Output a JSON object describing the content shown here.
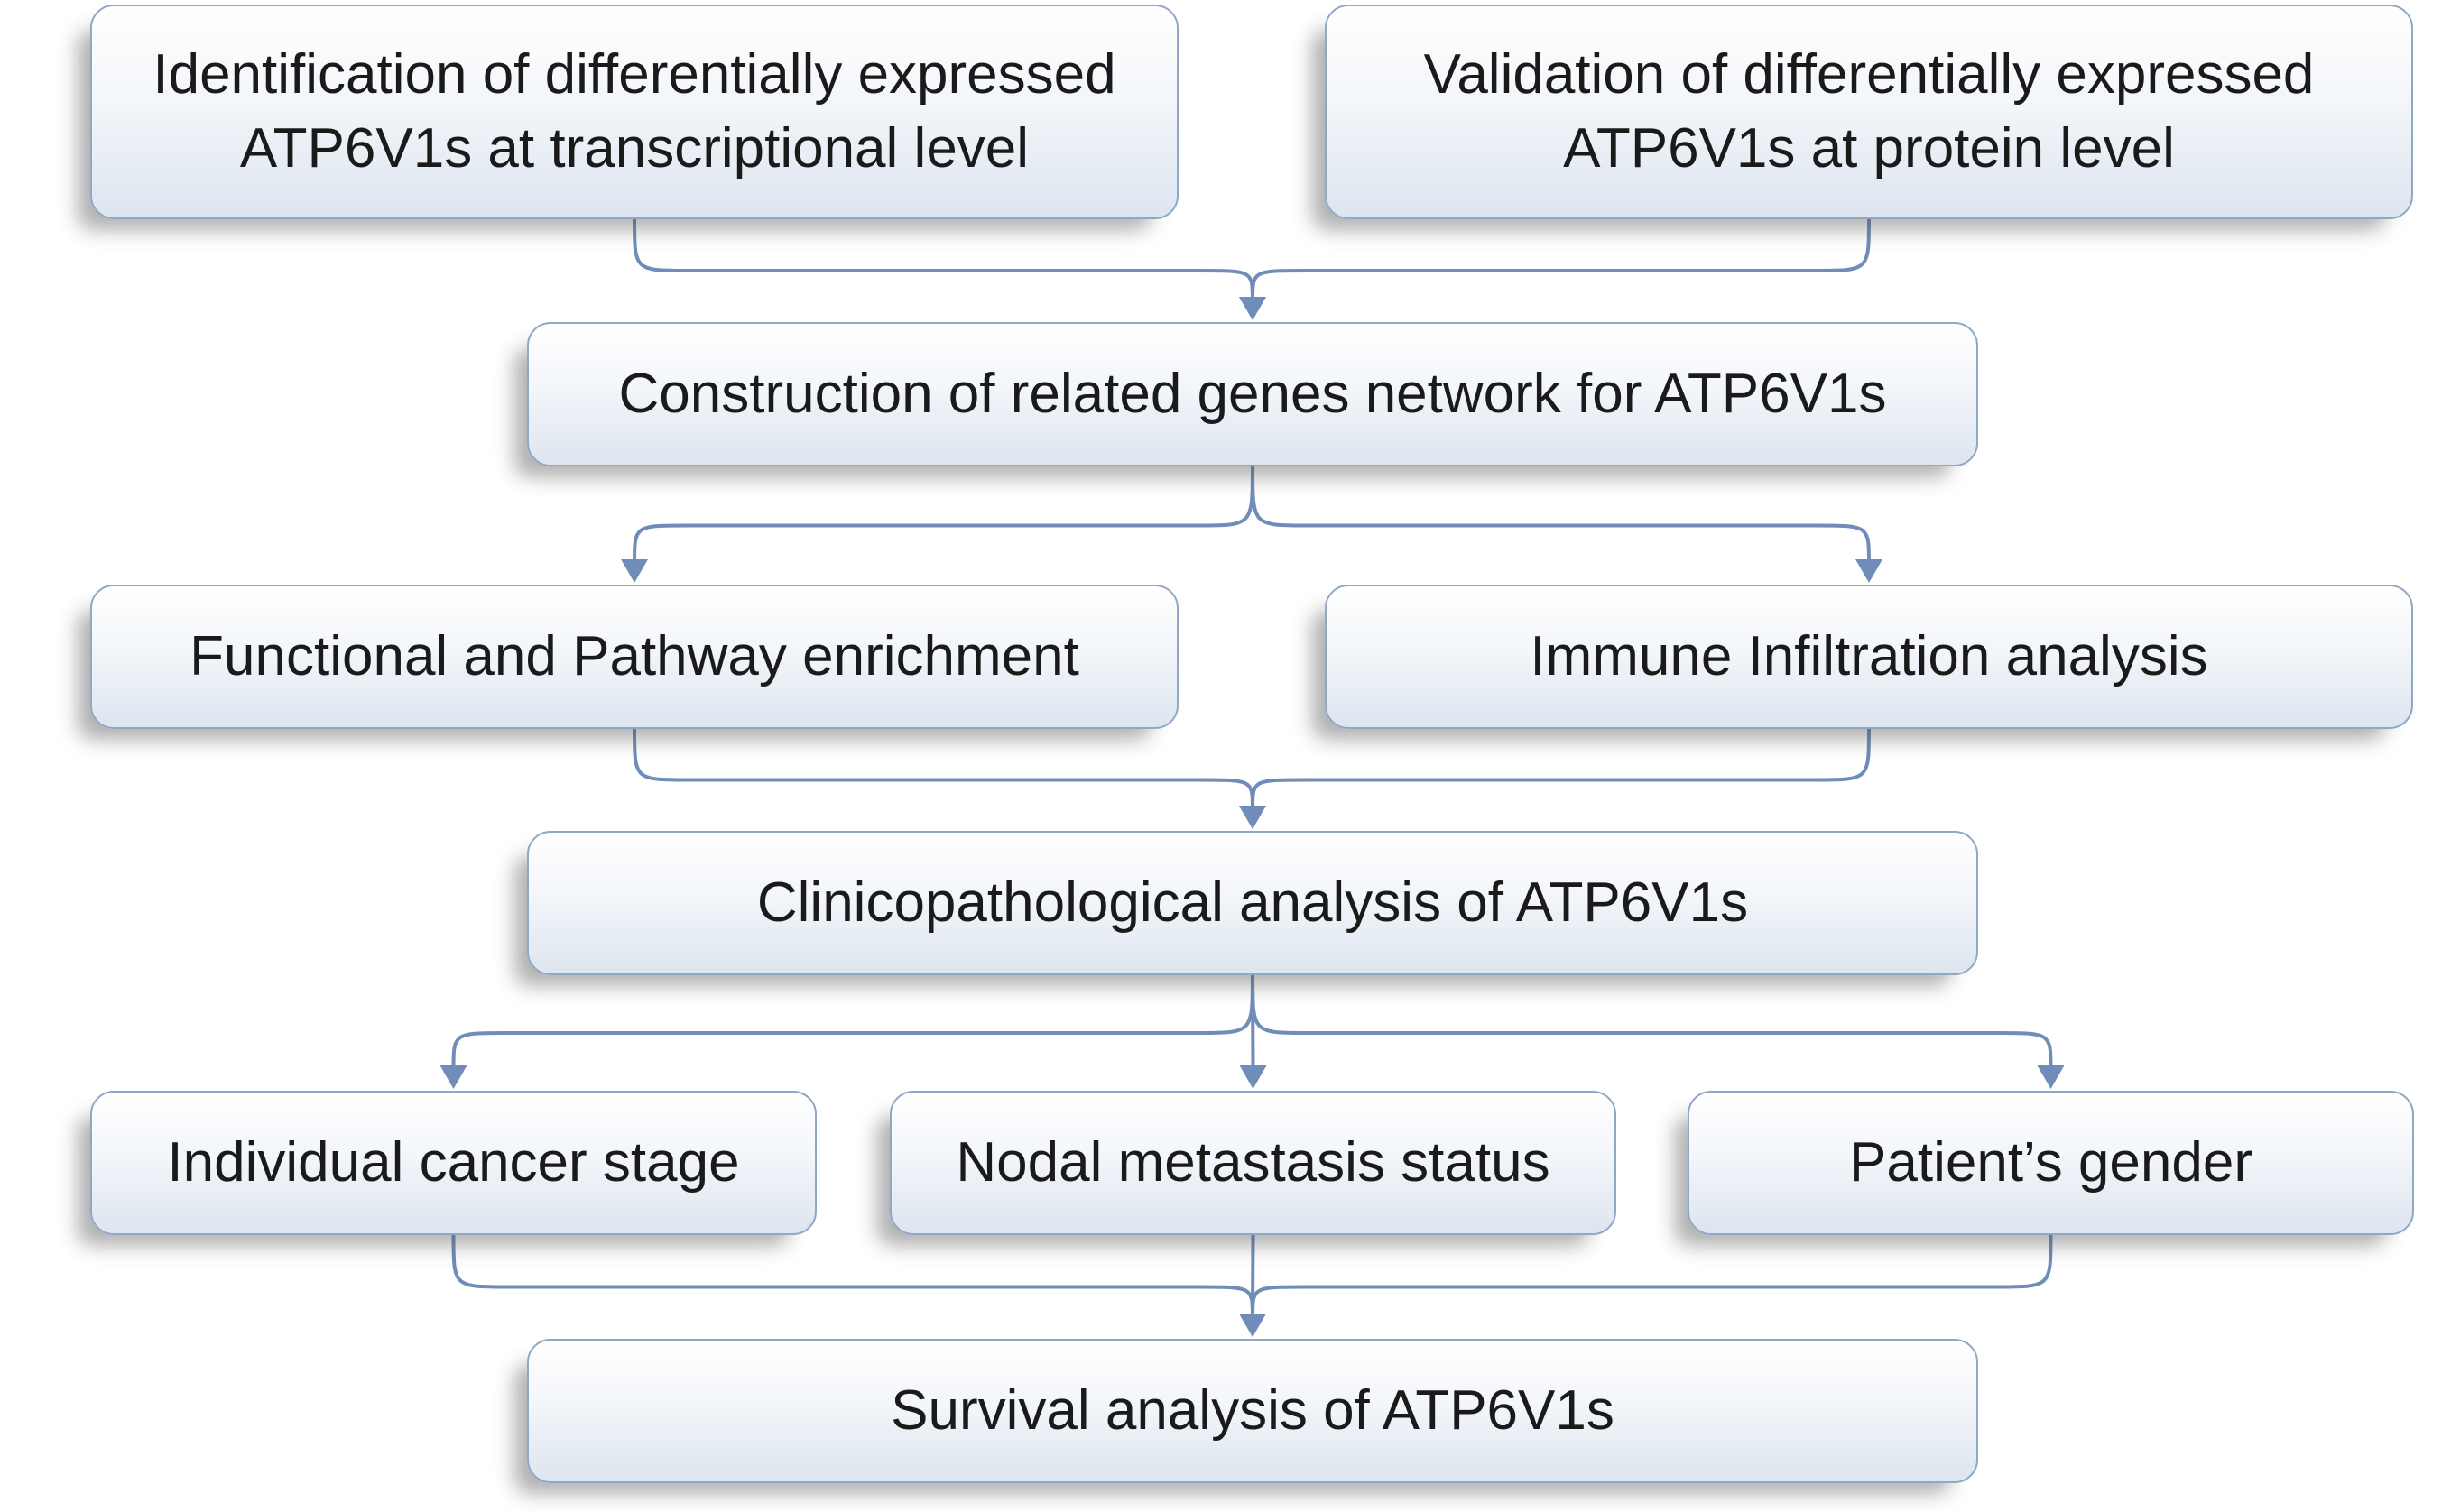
{
  "nodes": {
    "identification": "Identification of differentially expressed ATP6V1s at transcriptional level",
    "validation": "Validation of differentially expressed ATP6V1s at protein level",
    "construction": "Construction of related genes network for ATP6V1s",
    "functional": "Functional and Pathway enrichment",
    "immune": "Immune Infiltration analysis",
    "clinicopathological": "Clinicopathological analysis of ATP6V1s",
    "stage": "Individual cancer stage",
    "nodal": "Nodal metastasis status",
    "gender": "Patient’s gender",
    "survival": "Survival analysis of ATP6V1s"
  },
  "edges": [
    [
      "identification",
      "construction"
    ],
    [
      "validation",
      "construction"
    ],
    [
      "construction",
      "functional"
    ],
    [
      "construction",
      "immune"
    ],
    [
      "functional",
      "clinicopathological"
    ],
    [
      "immune",
      "clinicopathological"
    ],
    [
      "clinicopathological",
      "stage"
    ],
    [
      "clinicopathological",
      "nodal"
    ],
    [
      "clinicopathological",
      "gender"
    ],
    [
      "stage",
      "survival"
    ],
    [
      "nodal",
      "survival"
    ],
    [
      "gender",
      "survival"
    ]
  ],
  "colors": {
    "connector": "#6f8db8",
    "box_border": "#8fa8c6",
    "text": "#1a1a1a"
  }
}
